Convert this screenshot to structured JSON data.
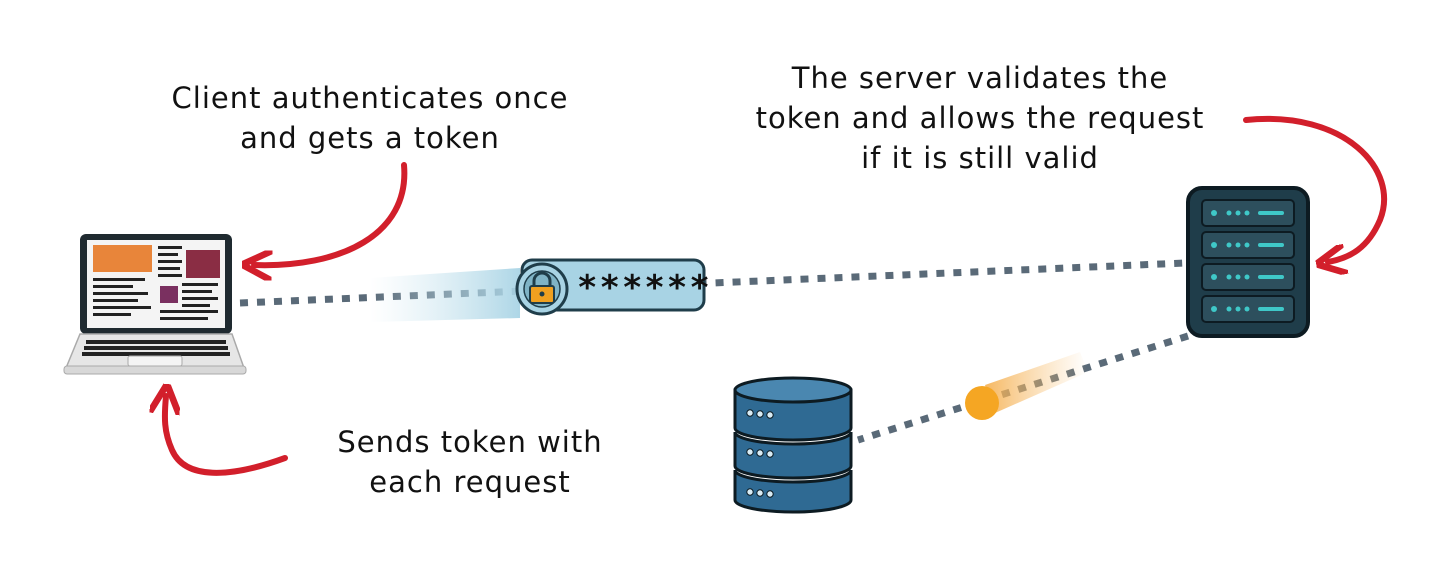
{
  "labels": {
    "client": [
      "Client authenticates once",
      "and gets a token"
    ],
    "server": [
      "The server validates the",
      "token and allows the request",
      "if it is still valid"
    ],
    "sends": [
      "Sends token with",
      "each request"
    ]
  },
  "token": {
    "mask": "******"
  },
  "colors": {
    "arrow": "#d21f2b",
    "dotted_line": "#5a6a78",
    "server_body": "#1f3d4a",
    "server_accent": "#3fc8c8",
    "database": "#2f6a93",
    "token_badge": "#a8d3e4",
    "lock": "#f0a020",
    "packet": "#f5a623"
  },
  "icons": [
    "laptop-icon",
    "server-icon",
    "database-icon",
    "lock-icon",
    "packet-icon"
  ]
}
